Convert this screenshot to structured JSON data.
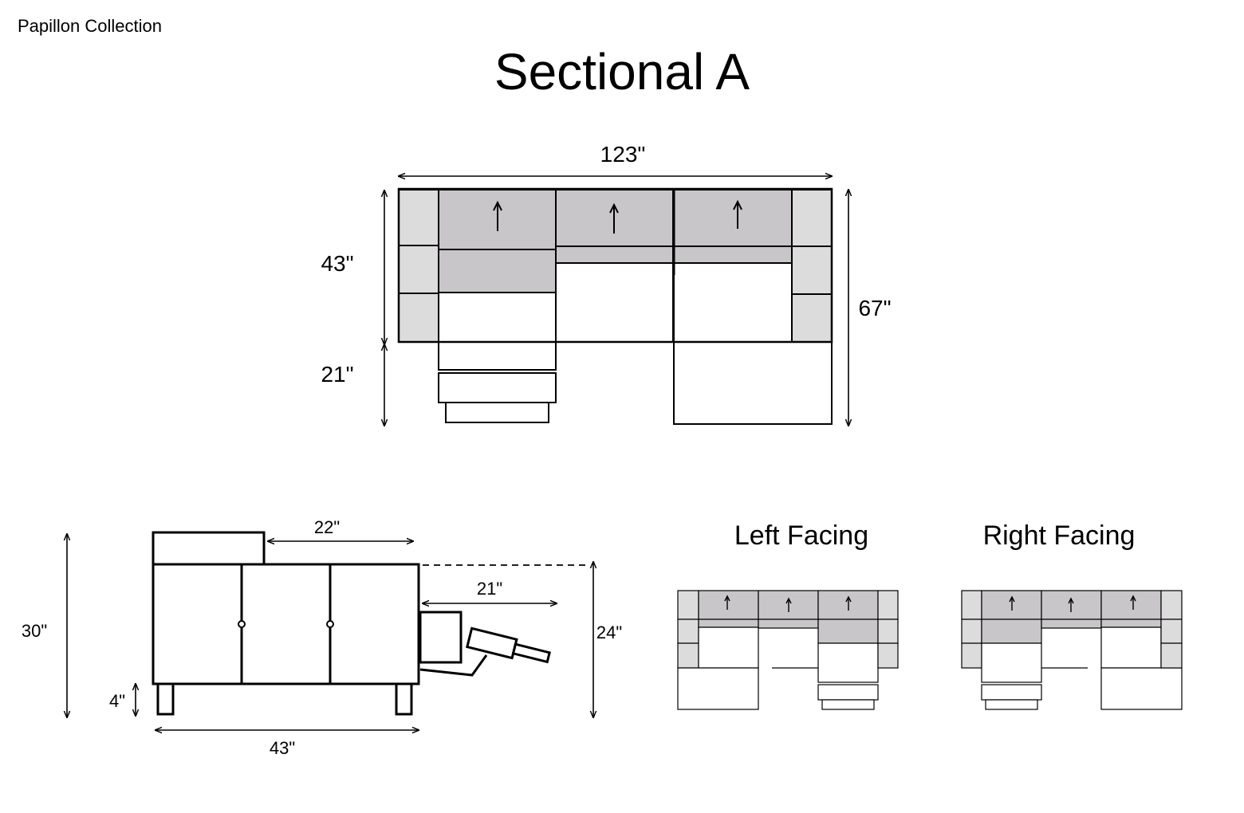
{
  "header": {
    "collection": "Papillon Collection",
    "title": "Sectional A"
  },
  "top_view": {
    "overall_width": "123\"",
    "depth_upper": "43\"",
    "depth_lower": "21\"",
    "overall_depth": "67\""
  },
  "side_view": {
    "seat_depth": "22\"",
    "overall_height": "30\"",
    "leg_height": "4\"",
    "recline_extension": "21\"",
    "seat_height": "24\"",
    "overall_depth": "43\""
  },
  "configurations": {
    "left_label": "Left Facing",
    "right_label": "Right Facing"
  },
  "colors": {
    "arm": "#dcdcdc",
    "back": "#c8c6c8",
    "line": "#000000"
  }
}
